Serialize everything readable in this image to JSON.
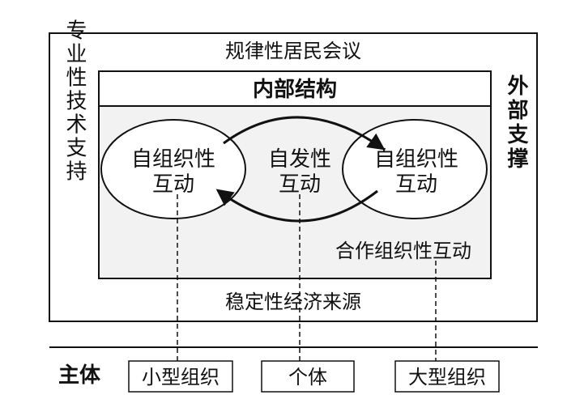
{
  "diagram": {
    "top_label": "规律性居民会议",
    "inner_header": "内部结构",
    "left_label": "专业性技术支持",
    "right_label": "外部支撑",
    "left_ellipse_line1": "自组织性",
    "left_ellipse_line2": "互动",
    "center_line1": "自发性",
    "center_line2": "互动",
    "right_ellipse_line1": "自组织性",
    "right_ellipse_line2": "互动",
    "cooperative_label": "合作组织性互动",
    "bottom_label": "稳定性经济来源",
    "subject_label": "主体",
    "subjects": [
      "小型组织",
      "个体",
      "大型组织"
    ]
  },
  "colors": {
    "line": "#111111",
    "inner_fill": "#f2f2f2",
    "background": "#ffffff"
  }
}
